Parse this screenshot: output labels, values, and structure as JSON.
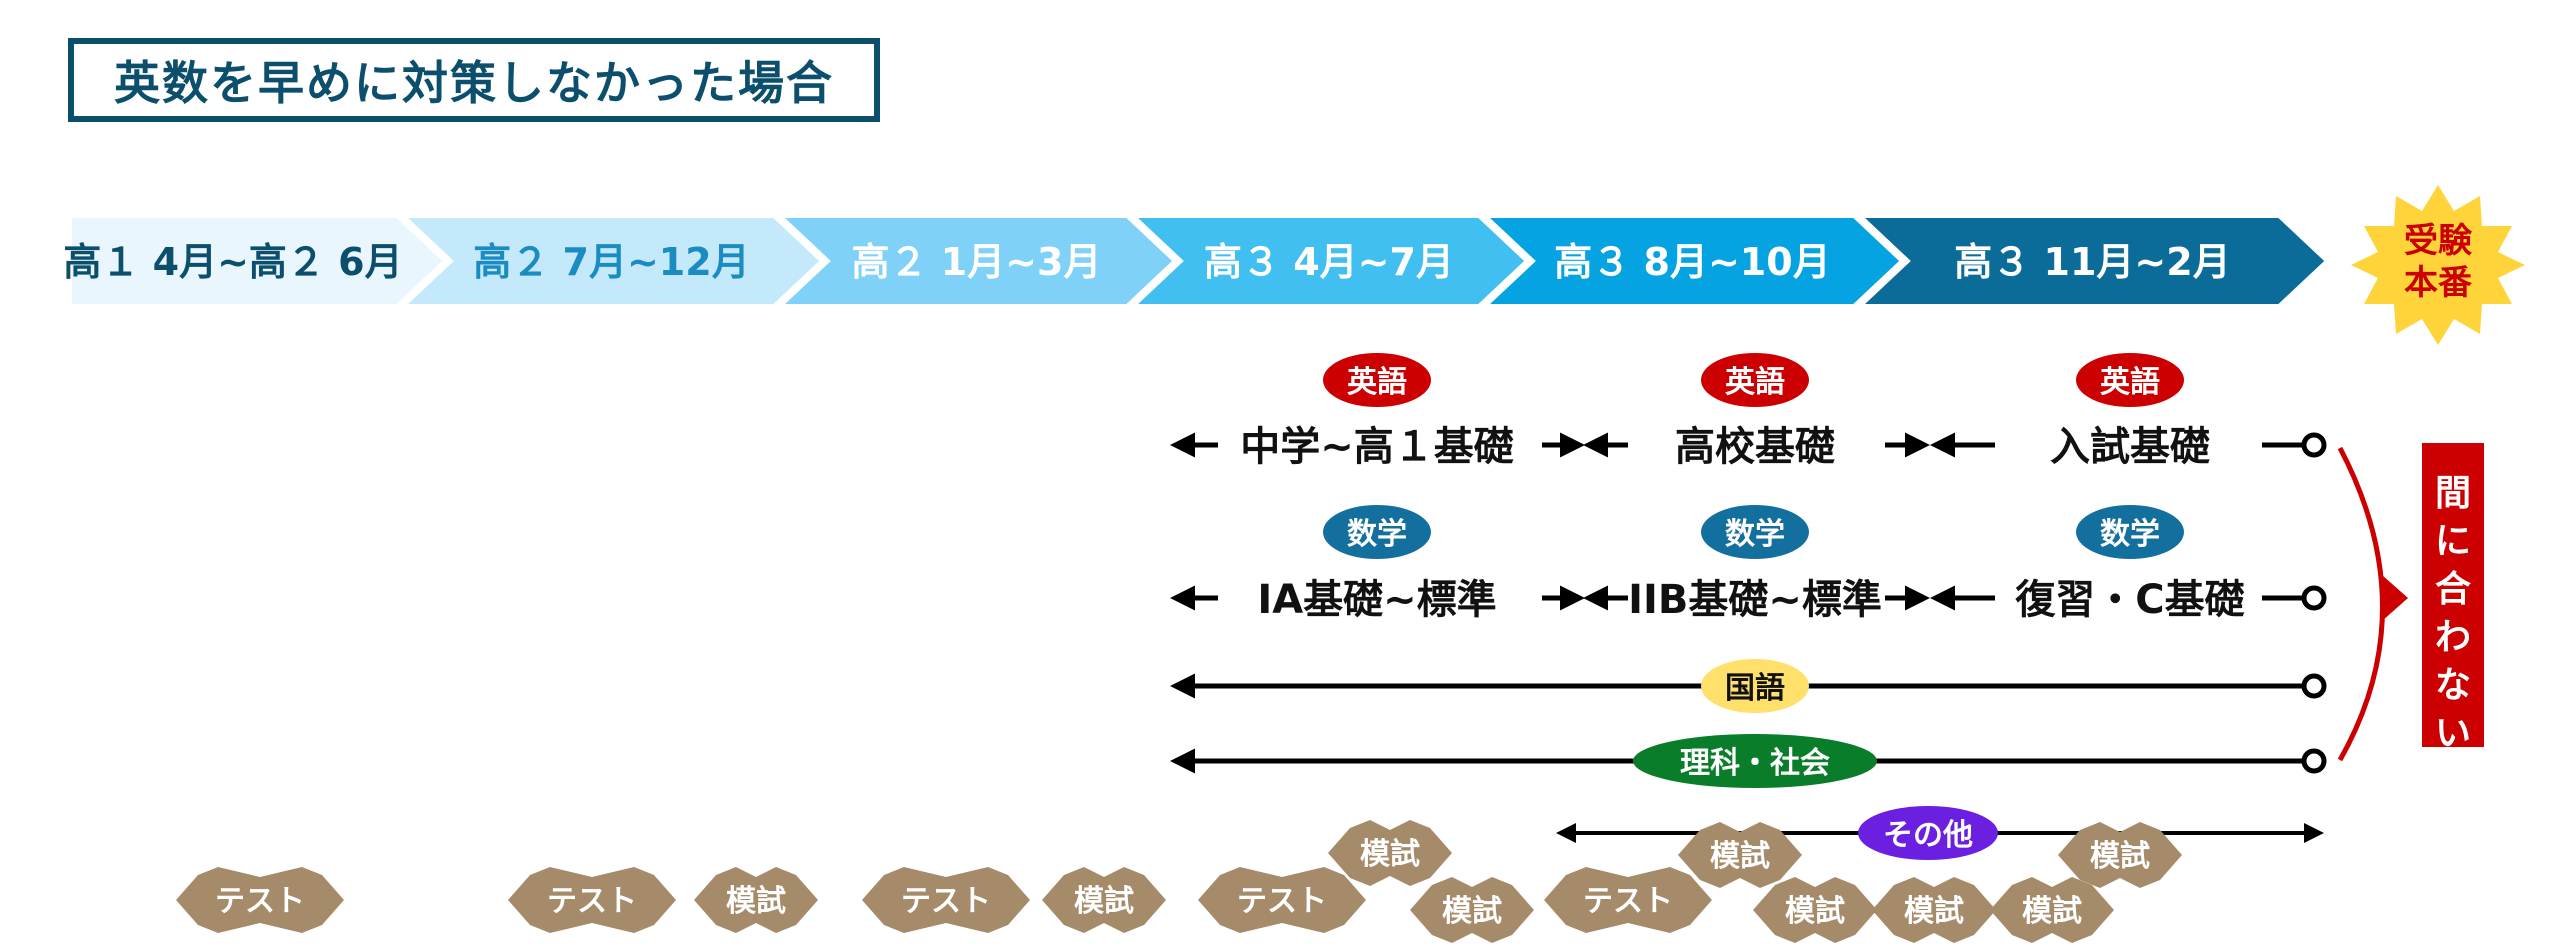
{
  "title": "英数を早めに対策しなかった場合",
  "timeline": [
    {
      "label": "高１ 4月~高２ 6月",
      "fill": "#e9f6fd",
      "text": "#0b4f6c"
    },
    {
      "label": "高２ 7月~12月",
      "fill": "#c4e9fb",
      "text": "#1a8cc2"
    },
    {
      "label": "高２ 1月~3月",
      "fill": "#7fd1f7",
      "text": "#ffffff"
    },
    {
      "label": "高３ 4月~7月",
      "fill": "#41bff1",
      "text": "#ffffff"
    },
    {
      "label": "高３ 8月~10月",
      "fill": "#06a3e3",
      "text": "#ffffff"
    },
    {
      "label": "高３ 11月~2月",
      "fill": "#0b6b99",
      "text": "#ffffff"
    }
  ],
  "exam_badge": {
    "line1": "受験",
    "line2": "本番",
    "color": "#ffd43b",
    "text_color": "#cc0000"
  },
  "english": {
    "tag": "英語",
    "color": "#cc0000",
    "stages": [
      "中学~高１基礎",
      "高校基礎",
      "入試基礎"
    ]
  },
  "math": {
    "tag": "数学",
    "color": "#136f9e",
    "stages": [
      "IA基礎~標準",
      "IIB基礎~標準",
      "復習・C基礎"
    ]
  },
  "kokugo": {
    "tag": "国語",
    "color": "#ffe06b"
  },
  "science_social": {
    "tag": "理科・社会",
    "color": "#0a7d2a"
  },
  "other": {
    "tag": "その他",
    "color": "#6b1fe0"
  },
  "late_label": {
    "chars": [
      "間",
      "に",
      "合",
      "わ",
      "な",
      "い"
    ],
    "color": "#cc0000"
  },
  "events": {
    "color": "#a68b6b",
    "items": [
      {
        "label": "テスト"
      },
      {
        "label": "テスト"
      },
      {
        "label": "模試"
      },
      {
        "label": "テスト"
      },
      {
        "label": "模試"
      },
      {
        "label": "テスト"
      },
      {
        "label": "模試"
      },
      {
        "label": "模試"
      },
      {
        "label": "テスト"
      },
      {
        "label": "模試"
      },
      {
        "label": "模試"
      },
      {
        "label": "模試"
      },
      {
        "label": "模試"
      },
      {
        "label": "模試"
      }
    ]
  }
}
